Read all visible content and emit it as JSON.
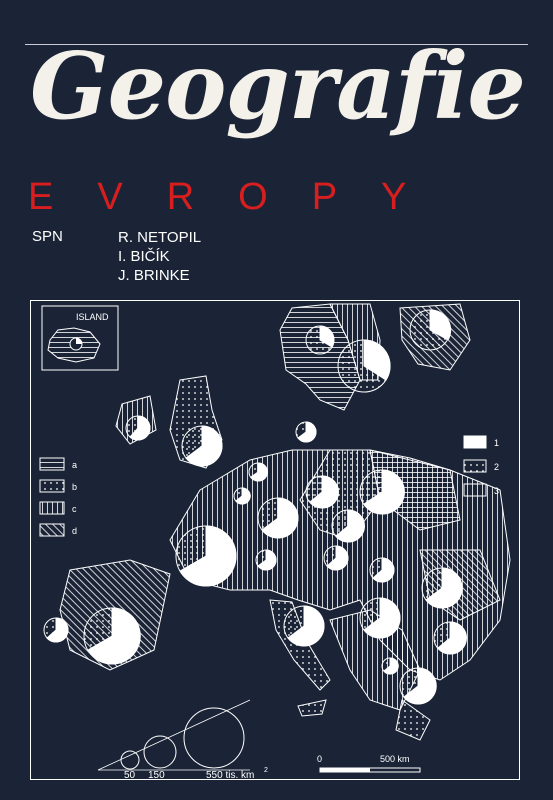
{
  "cover": {
    "title": "Geografie",
    "subtitle": "EVROPY",
    "publisher": "SPN",
    "authors": [
      "R. NETOPIL",
      "I. BIČÍK",
      "J. BRINKE"
    ]
  },
  "map": {
    "inset_label": "ISLAND",
    "pie_legend": [
      "1",
      "2",
      "3"
    ],
    "pattern_legend": [
      "a",
      "b",
      "c",
      "d"
    ],
    "size_legend": {
      "labels": [
        "50",
        "150",
        "550 tis. km"
      ],
      "unit_sup": "2"
    },
    "scale": {
      "start": "0",
      "end": "500 km"
    },
    "colors": {
      "background": "#1b2436",
      "line": "#ffffff",
      "accent": "#d81e1e"
    }
  }
}
